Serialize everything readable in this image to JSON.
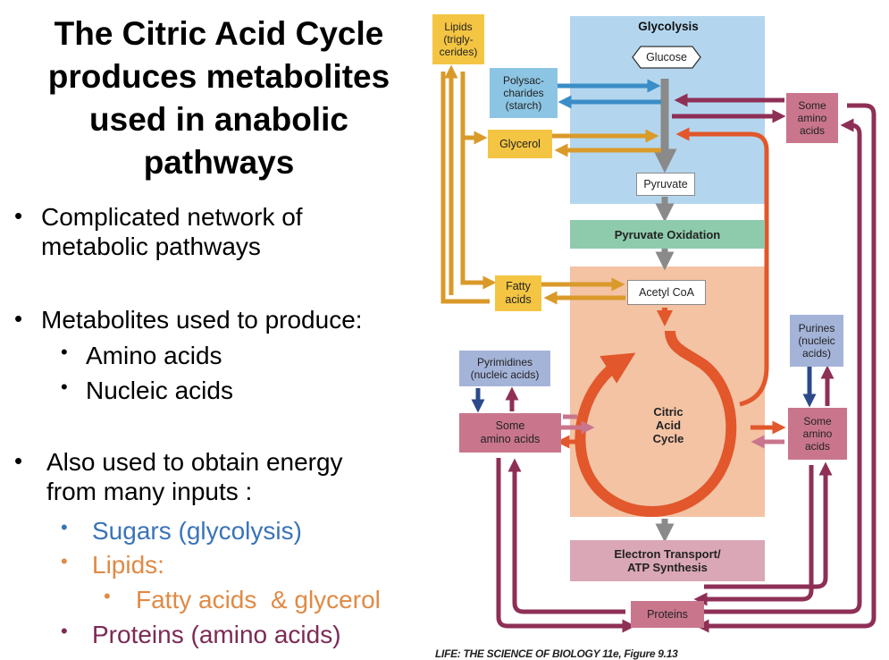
{
  "slide": {
    "title": "The Citric Acid Cycle\nproduces metabolites\nused in anabolic\npathways",
    "bullets": [
      {
        "text": "Complicated network of\nmetabolic pathways"
      },
      {
        "text": "Metabolites used to produce:"
      },
      {
        "text": "Amino acids"
      },
      {
        "text": "Nucleic acids"
      },
      {
        "text": "Also used to obtain energy\nfrom many inputs :"
      },
      {
        "text": "Sugars (glycolysis)",
        "color": "#3a74b7"
      },
      {
        "text": "Lipids:",
        "color": "#e08a45"
      },
      {
        "text": "Fatty acids  & glycerol",
        "color": "#e08a45"
      },
      {
        "text": "Proteins (amino acids)",
        "color": "#7c2a54"
      }
    ],
    "credit": "LIFE: THE SCIENCE OF BIOLOGY 11e, Figure 9.13"
  },
  "diagram": {
    "glycolysis": "Glycolysis",
    "glucose": "Glucose",
    "pyruvate": "Pyruvate",
    "pyruvate_oxidation": "Pyruvate Oxidation",
    "acetyl_coa": "Acetyl CoA",
    "citric_acid_cycle": "Citric\nAcid\nCycle",
    "electron_transport": "Electron Transport/\nATP Synthesis",
    "proteins": "Proteins",
    "lipids": "Lipids\n(trigly-\ncerides)",
    "polysaccharides": "Polysac-\ncharides\n(starch)",
    "glycerol": "Glycerol",
    "fatty_acids": "Fatty\nacids",
    "some_amino_acids_top": "Some\namino\nacids",
    "purines": "Purines\n(nucleic\nacids)",
    "pyrimidines": "Pyrimidines\n(nucleic acids)",
    "some_amino_acids_left": "Some\namino acids",
    "some_amino_acids_right": "Some\namino\nacids"
  },
  "colors": {
    "glycolysis_panel": "#b3d6ee",
    "cycle_panel": "#f3c3a4",
    "pyruvate_oxidation": "#8ecbad",
    "electron_transport": "#d9a7b6",
    "lipid_yellow": "#f4c543",
    "lipid_arrow": "#d99a2a",
    "sugar_blue": "#8cc5e3",
    "sugar_arrow": "#3a8dc7",
    "amino_box": "#c9768d",
    "amino_arrow": "#8e2f56",
    "nucleic_box": "#a4b3d8",
    "nucleic_arrow": "#2c4a8a",
    "cycle_orange": "#e2572b",
    "gray_arrow": "#8a8a8a"
  }
}
